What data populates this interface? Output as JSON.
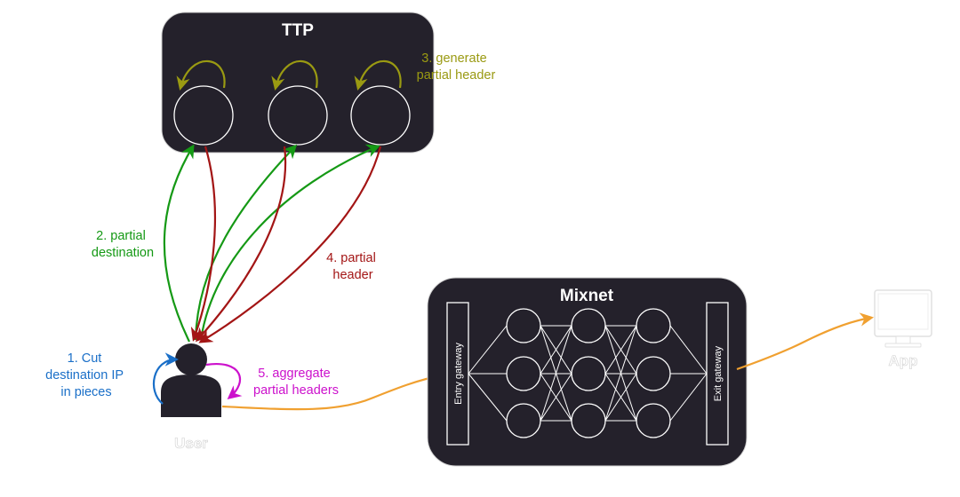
{
  "ttp": {
    "title": "TTP"
  },
  "mixnet": {
    "title": "Mixnet",
    "entry_gateway": "Entry gateway",
    "exit_gateway": "Exit gateway"
  },
  "user": {
    "label": "User"
  },
  "app": {
    "label": "App"
  },
  "steps": {
    "step1": [
      "1. Cut",
      "destination IP",
      "in pieces"
    ],
    "step2": [
      "2. partial",
      "destination"
    ],
    "step3": [
      "3. generate",
      "partial header"
    ],
    "step4": [
      "4. partial",
      "header"
    ],
    "step5": [
      "5. aggregate",
      "partial headers"
    ]
  },
  "colors": {
    "box": "#24212b",
    "step1": "#1a6fc8",
    "step2": "#159915",
    "step3": "#9a9a12",
    "step4": "#a31515",
    "step5": "#cc11cc",
    "traffic": "#f0a030"
  }
}
